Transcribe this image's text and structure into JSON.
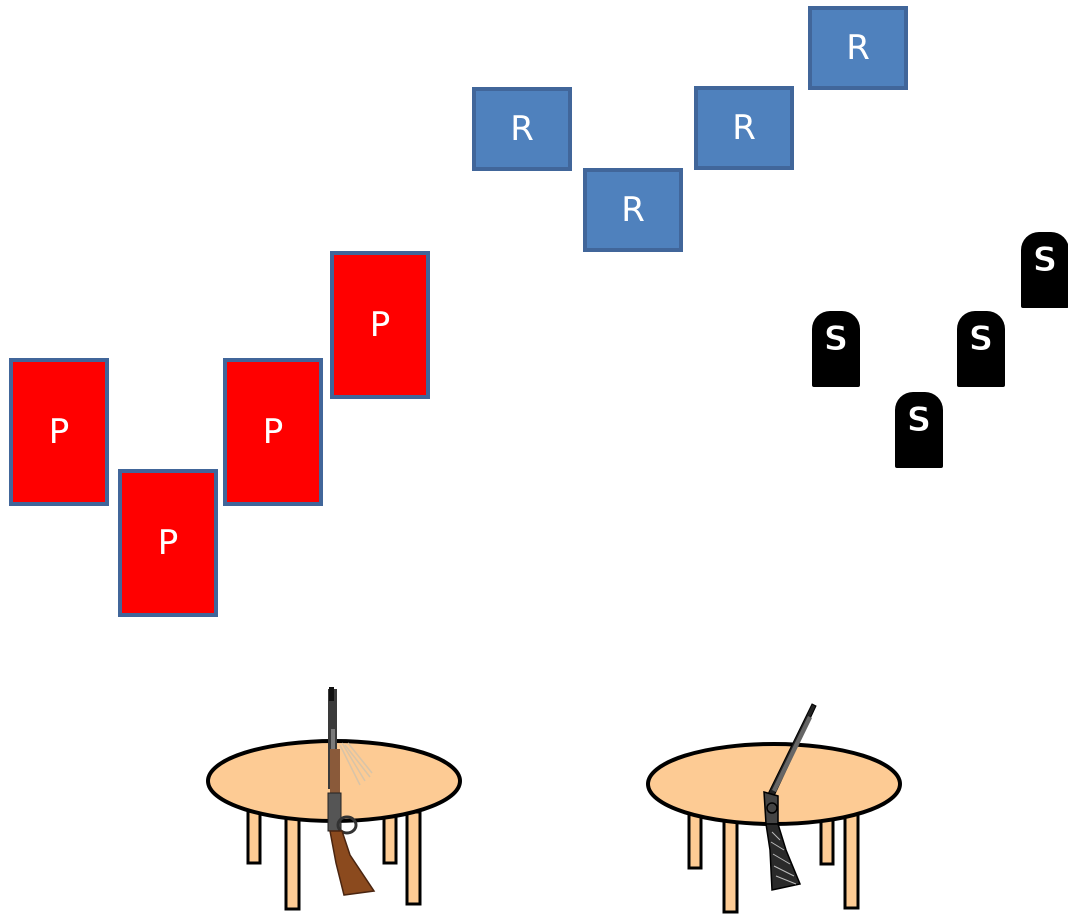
{
  "cards_p": {
    "letter": "P",
    "fill": "#ff0000",
    "border": "#41669a",
    "items": [
      "P",
      "P",
      "P",
      "P"
    ]
  },
  "cards_r": {
    "letter": "R",
    "fill": "#4f81bd",
    "border": "#41669a",
    "items": [
      "R",
      "R",
      "R",
      "R"
    ]
  },
  "stones": {
    "letter": "S",
    "fill": "#000000",
    "items": [
      "S",
      "S",
      "S",
      "S"
    ]
  },
  "tables": {
    "top_color": "#fdcb94",
    "items": [
      {
        "icon": "lever-action-rifle-icon"
      },
      {
        "icon": "shotgun-icon"
      }
    ]
  }
}
